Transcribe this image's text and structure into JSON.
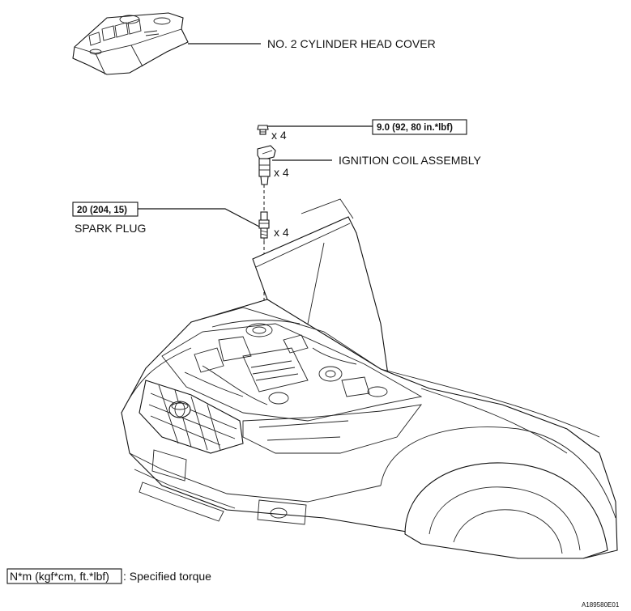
{
  "labels": {
    "cover": "NO. 2 CYLINDER HEAD COVER",
    "coil": "IGNITION COIL ASSEMBLY",
    "plug": "SPARK PLUG"
  },
  "torques": {
    "bolt": "9.0 (92, 80 in.*lbf)",
    "plug": "20 (204, 15)"
  },
  "quantities": {
    "bolt": "x 4",
    "coil": "x 4",
    "plug": "x 4"
  },
  "legend": {
    "box": "N*m (kgf*cm, ft.*lbf)",
    "text": ": Specified torque"
  },
  "figure_id": "A189580E01"
}
